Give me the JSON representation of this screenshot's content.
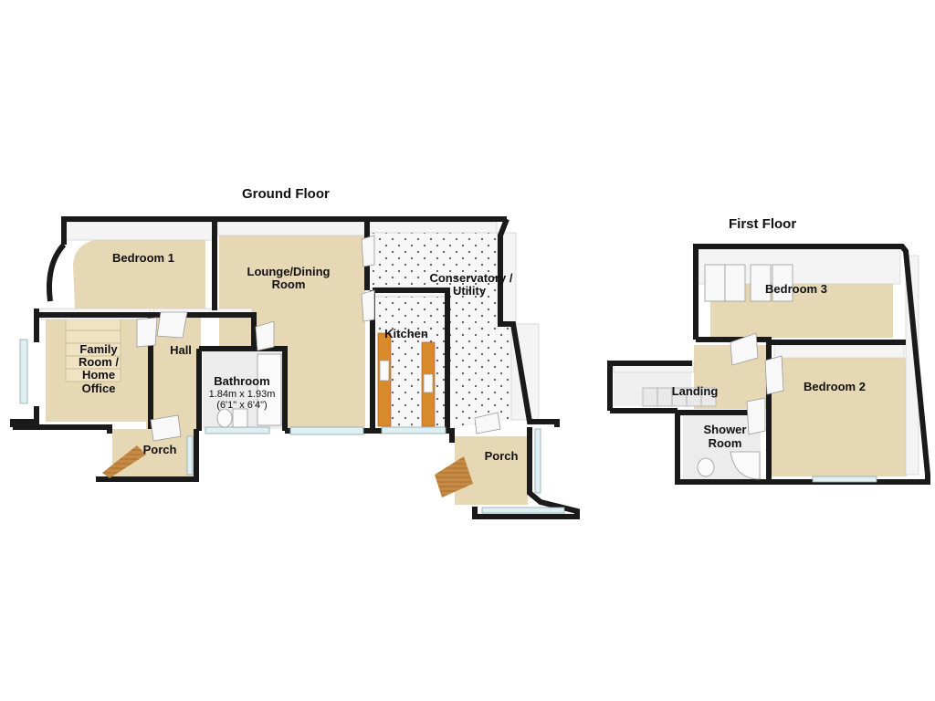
{
  "floors": {
    "ground": {
      "title": "Ground Floor",
      "rooms": {
        "bedroom1": "Bedroom 1",
        "lounge_line1": "Lounge/Dining",
        "lounge_line2": "Room",
        "conservatory_line1": "Conservatory /",
        "conservatory_line2": "Utility",
        "family_line1": "Family",
        "family_line2": "Room /",
        "family_line3": "Home",
        "family_line4": "Office",
        "hall": "Hall",
        "bathroom": "Bathroom",
        "bathroom_dim_metric": "1.84m x 1.93m",
        "bathroom_dim_imperial": "(6'1\" x 6'4\")",
        "kitchen": "Kitchen",
        "porch_left": "Porch",
        "porch_right": "Porch"
      }
    },
    "first": {
      "title": "First Floor",
      "rooms": {
        "bedroom3": "Bedroom 3",
        "bedroom2": "Bedroom 2",
        "landing": "Landing",
        "shower_line1": "Shower",
        "shower_line2": "Room"
      }
    }
  },
  "colors": {
    "wall": "#1a1a1a",
    "carpet": "#e6d8b5",
    "worktop": "#d98a2b",
    "tile_dot": "#555555",
    "wood": "#b77a3a"
  }
}
